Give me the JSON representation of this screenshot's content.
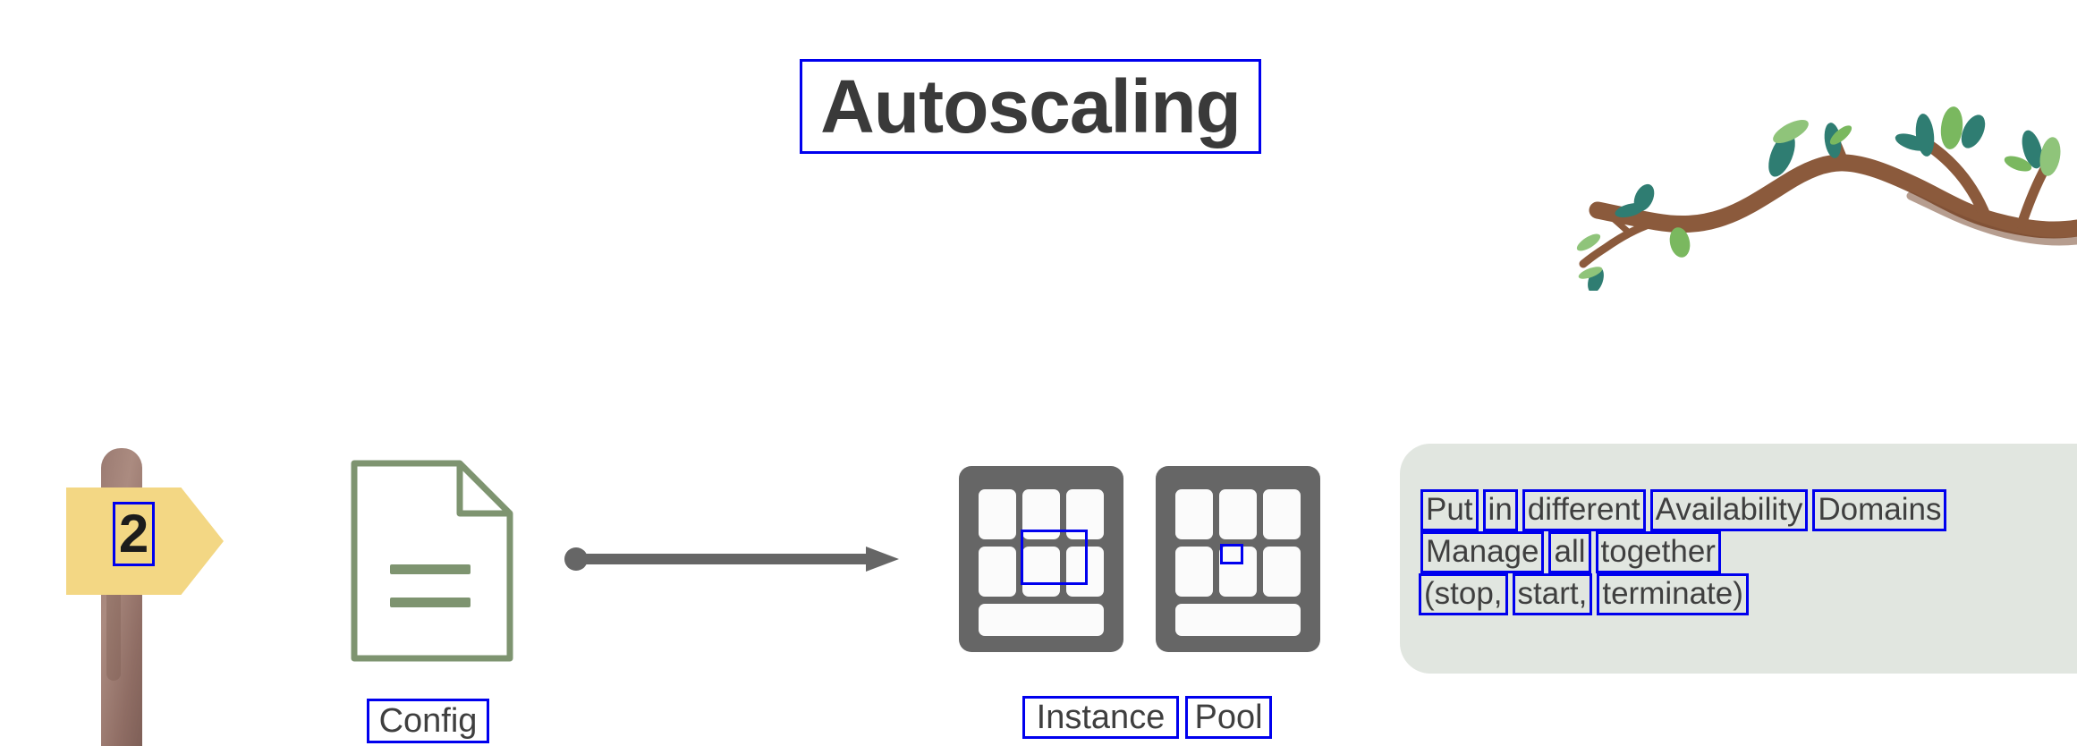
{
  "slide": {
    "title": "Autoscaling",
    "background_color": "#ffffff"
  },
  "signpost": {
    "step_number": "2",
    "sign_color": "#f3d784",
    "post_color": "#9b7b72"
  },
  "config": {
    "label": "Config",
    "icon": "document-icon",
    "icon_color": "#7e9470"
  },
  "connector": {
    "icon": "arrow-right-icon",
    "color": "#666666"
  },
  "instance_pool": {
    "label_instance": "Instance",
    "label_pool": "Pool",
    "tile_color": "#666666",
    "cell_color": "#fbfbfb",
    "tiles": [
      {
        "name": "instance-tile-1"
      },
      {
        "name": "instance-tile-2"
      }
    ]
  },
  "notes": {
    "panel_color": "#e1e6e0",
    "lines": [
      {
        "words": [
          "Put",
          "in",
          "different",
          "Availability",
          "Domains"
        ]
      },
      {
        "words": [
          "Manage",
          "all",
          "together"
        ]
      },
      {
        "words": [
          "(stop,",
          "start,",
          "terminate)"
        ]
      }
    ]
  },
  "decoration": {
    "branch": "tree-branch-illustration",
    "branch_color": "#8b5a3c",
    "leaf_colors": [
      "#2f7d72",
      "#7ab85f",
      "#8fc47a"
    ]
  },
  "annotations": {
    "box_color": "#0000ee",
    "description": "OCR word bounding boxes"
  }
}
